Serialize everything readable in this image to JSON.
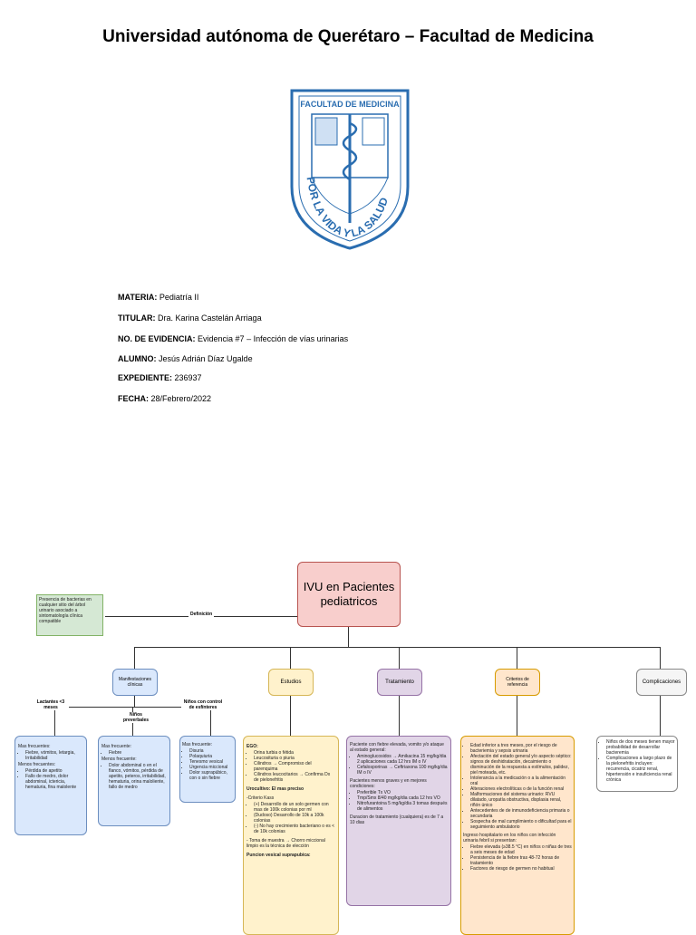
{
  "header": {
    "title": "Universidad autónoma de Querétaro – Facultad de Medicina",
    "seal_top_text": "FACULTAD DE MEDICINA",
    "seal_motto": "POR LA VIDA Y LA SALUD"
  },
  "meta": [
    {
      "label": "MATERIA:",
      "value": "Pediatría II"
    },
    {
      "label": "TITULAR:",
      "value": "Dra. Karina Castelán Arriaga"
    },
    {
      "label": "NO. DE EVIDENCIA:",
      "value": "Evidencia #7 – Infección de vías urinarias"
    },
    {
      "label": "ALUMNO:",
      "value": "Jesús Adrián Díaz Ugalde"
    },
    {
      "label": "EXPEDIENTE:",
      "value": "236937"
    },
    {
      "label": "FECHA:",
      "value": "28/Febrero/2022"
    }
  ],
  "map": {
    "root": "IVU en Pacientes pediatricos",
    "definition_label": "Definición",
    "definition_text": "Presencia de bacterias en cualquier sitio del árbol urinario asociado a sintomatología clínica compatible",
    "branches": {
      "manifestaciones": "Manifestaciones clínicas",
      "estudios": "Estudios",
      "tratamiento": "Tratamiento",
      "criterios": "Criterios de referencia",
      "complicaciones": "Complicaciones"
    },
    "age_groups": {
      "lactantes": "Lactantes <3 meses",
      "preverbales": "Niños preverbales",
      "control": "Niños con control de esfínteres"
    },
    "lactantes_box": {
      "frequent_title": "Mas frecuentes:",
      "frequent": [
        "Fiebre, vómitos, letargia, Irritabilidad"
      ],
      "less_title": "Menos frecuentes:",
      "less": [
        "Pérdida de apetito",
        "Fallo de medro, dolor abdominal, ictericia, hematuria, fina malolente"
      ]
    },
    "preverbales_box": {
      "frequent_title": "Mas frecuente:",
      "frequent": [
        "Fiebre"
      ],
      "less_title": "Menos frecuente:",
      "less": [
        "Dolor abdominal o en el flanco, vómitos, pérdida de apetito, peteros, irritabilidad, hematuria, orina maloliente, fallo de medro"
      ]
    },
    "control_box": {
      "frequent_title": "Mas frecuente:",
      "items": [
        "Disuria",
        "Polaquiuria",
        "Tenesmo vesical",
        "Urgencia miccional",
        "Dolor suprapúbico, con o sin fiebre"
      ]
    },
    "estudios_box": {
      "ego_title": "EGO:",
      "ego": [
        "Orina turbia o fétida",
        "Leucosituria o piuria",
        "Cilindros → Compromiso del parenquima",
        "Cilindros leucocitarios → Confirma Dx de pielonefritis"
      ],
      "urocultivo": "Urocultivo: El mas preciso",
      "criterio": "-Criterio Kass",
      "kass": [
        "(+) Desarrollo de un solo germen con mas de 100k colonias por ml",
        "(Dudoso) Desarrollo de 10k a 100k colonias",
        "(-) No hay crecimiento bacteriano o es < de 10k colonias"
      ],
      "toma": "- Toma de muestra → Chorro miccional limpio es la técnica de elección",
      "puncion": "Puncion vesical suprapubica:"
    },
    "tratamiento_box": {
      "intro": "Paciente con fiebre elevada, vomito y/o ataque al estado general:",
      "grave": [
        "Aminoglucosidos → Amikacina 15 mg/kg/dia 2 aplicaciones cada 12 hrs IM o IV",
        "Cefalosporinas → Ceftriaxona 100 mg/kg/dia IM o IV"
      ],
      "leve_intro": "Pacientes menos graves y en mejores condiciones:",
      "leve": [
        "Preferible Tx VO",
        "Tmp/Smx 8/40 mg/kg/dia cada 12 hrs VO",
        "Nitrofurantoina 5 mg/kg/dia 3 tomas después de alimentos"
      ],
      "duracion": "Duracion de tratamiento (cualquiera) es de 7 a 10 dias"
    },
    "criterios_box": {
      "items": [
        "Edad inferior a tres meses, por el riesgo de bacteriemia y sepsis urinaria",
        "Afectación del estado general y/o aspecto séptico: signos de deshidratación, decaimiento o disminución de la respuesta a estímulos, palidez, piel moteada, etc.",
        "Intolerancia a la medicación o a la alimentación oral",
        "Alteraciones electrolíticas o de la función renal",
        "Malformaciones del sistema urinario: RVU dilatado, uropatía obstructiva, displasia renal, riñón único",
        "Antecedentes de de inmunodeficiencia primaria o secundaria",
        "Sospecha de mal cumplimiento o dificultad para el seguimiento ambulatorio"
      ],
      "hospital_intro": "Ingreso hospitalario en los niños con infección urinaria febril si presentan:",
      "hospital": [
        "Fiebre elevada (≥38.5 °C) en niños o niñas de tres a seis meses de edad",
        "Persistencia de la fiebre tras 48-72 horas de tratamiento",
        "Factores de riesgo de germen no habitual"
      ]
    },
    "complicaciones_box": {
      "items": [
        "Niños de dos meses tienen mayor probabilidad de desarrollar bacteremia",
        "Complicaciones a largo plazo de la pielonefritis incluyen: recurrencia, cicatriz renal, hipertensión e insuficiencia renal crónica"
      ]
    }
  },
  "colors": {
    "root_fill": "#f8cecc",
    "root_border": "#b85450",
    "def_fill": "#d5e8d4",
    "blue_fill": "#dae8fc",
    "yellow_fill": "#fff2cc",
    "purple_fill": "#e1d5e7",
    "orange_fill": "#ffe6cc",
    "gray_fill": "#f5f5f5"
  }
}
